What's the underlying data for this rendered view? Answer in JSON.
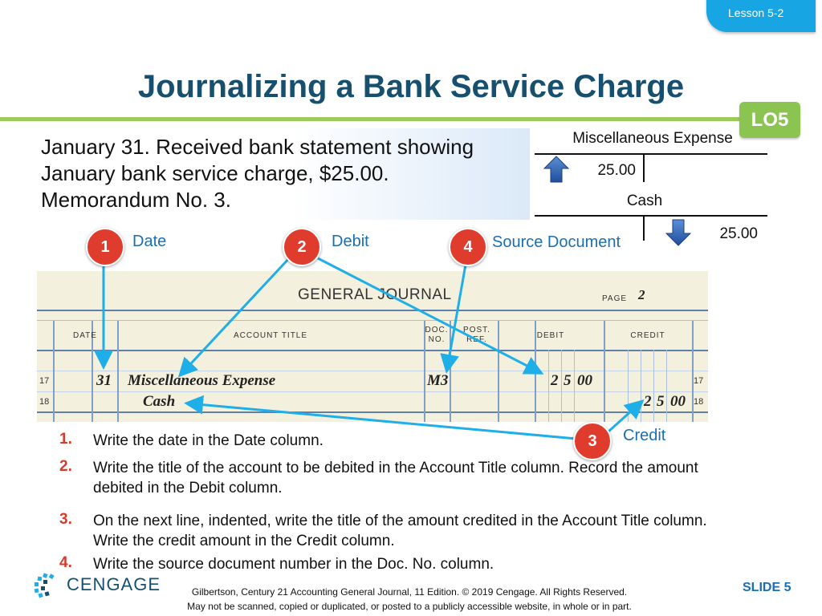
{
  "lesson_tab": "Lesson 5-2",
  "title": "Journalizing a Bank Service Charge",
  "lo_badge": "LO5",
  "intro": "January 31. Received bank statement showing January bank service charge, $25.00. Memorandum No. 3.",
  "t_accounts": {
    "misc_title": "Miscellaneous Expense",
    "misc_debit": "25.00",
    "cash_title": "Cash",
    "cash_credit": "25.00"
  },
  "callouts": [
    {
      "num": "1",
      "label": "Date"
    },
    {
      "num": "2",
      "label": "Debit"
    },
    {
      "num": "4",
      "label": "Source Document"
    },
    {
      "num": "3",
      "label": "Credit"
    }
  ],
  "journal": {
    "title": "GENERAL JOURNAL",
    "page_label": "PAGE",
    "page_num": "2",
    "columns": [
      "DATE",
      "ACCOUNT TITLE",
      "DOC. NO.",
      "POST. REF.",
      "DEBIT",
      "CREDIT"
    ],
    "rows": [
      {
        "line": "17",
        "date": "31",
        "account": "Miscellaneous Expense",
        "doc": "M3",
        "debit_d1": "2",
        "debit_d2": "5",
        "debit_cents": "00",
        "credit_d1": "",
        "credit_d2": "",
        "credit_cents": ""
      },
      {
        "line": "18",
        "date": "",
        "account": "Cash",
        "doc": "",
        "debit_d1": "",
        "debit_d2": "",
        "debit_cents": "",
        "credit_d1": "2",
        "credit_d2": "5",
        "credit_cents": "00"
      }
    ]
  },
  "instructions": [
    {
      "num": "1.",
      "text": "Write the date in the Date column."
    },
    {
      "num": "2.",
      "text": "Write the title of the account to be debited in the Account Title column. Record the amount debited in the Debit column."
    },
    {
      "num": "3.",
      "text": "On the next line, indented, write the title of the amount credited in the Account Title column. Write the credit amount in the Credit column."
    },
    {
      "num": "4.",
      "text": "Write the source document number in the Doc. No. column."
    }
  ],
  "footer": {
    "logo": "CENGAGE",
    "line1": "Gilbertson, Century 21 Accounting General Journal, 11 Edition. © 2019 Cengage. All Rights Reserved.",
    "line2": "May not be scanned, copied or duplicated, or posted to a publicly accessible website, in whole or in part.",
    "slide": "SLIDE 5"
  },
  "colors": {
    "accent_blue": "#17a6e3",
    "title_blue": "#17506f",
    "green": "#8cc452",
    "badge_red": "#e03c2d",
    "arrow_blue": "#1eaee8"
  }
}
